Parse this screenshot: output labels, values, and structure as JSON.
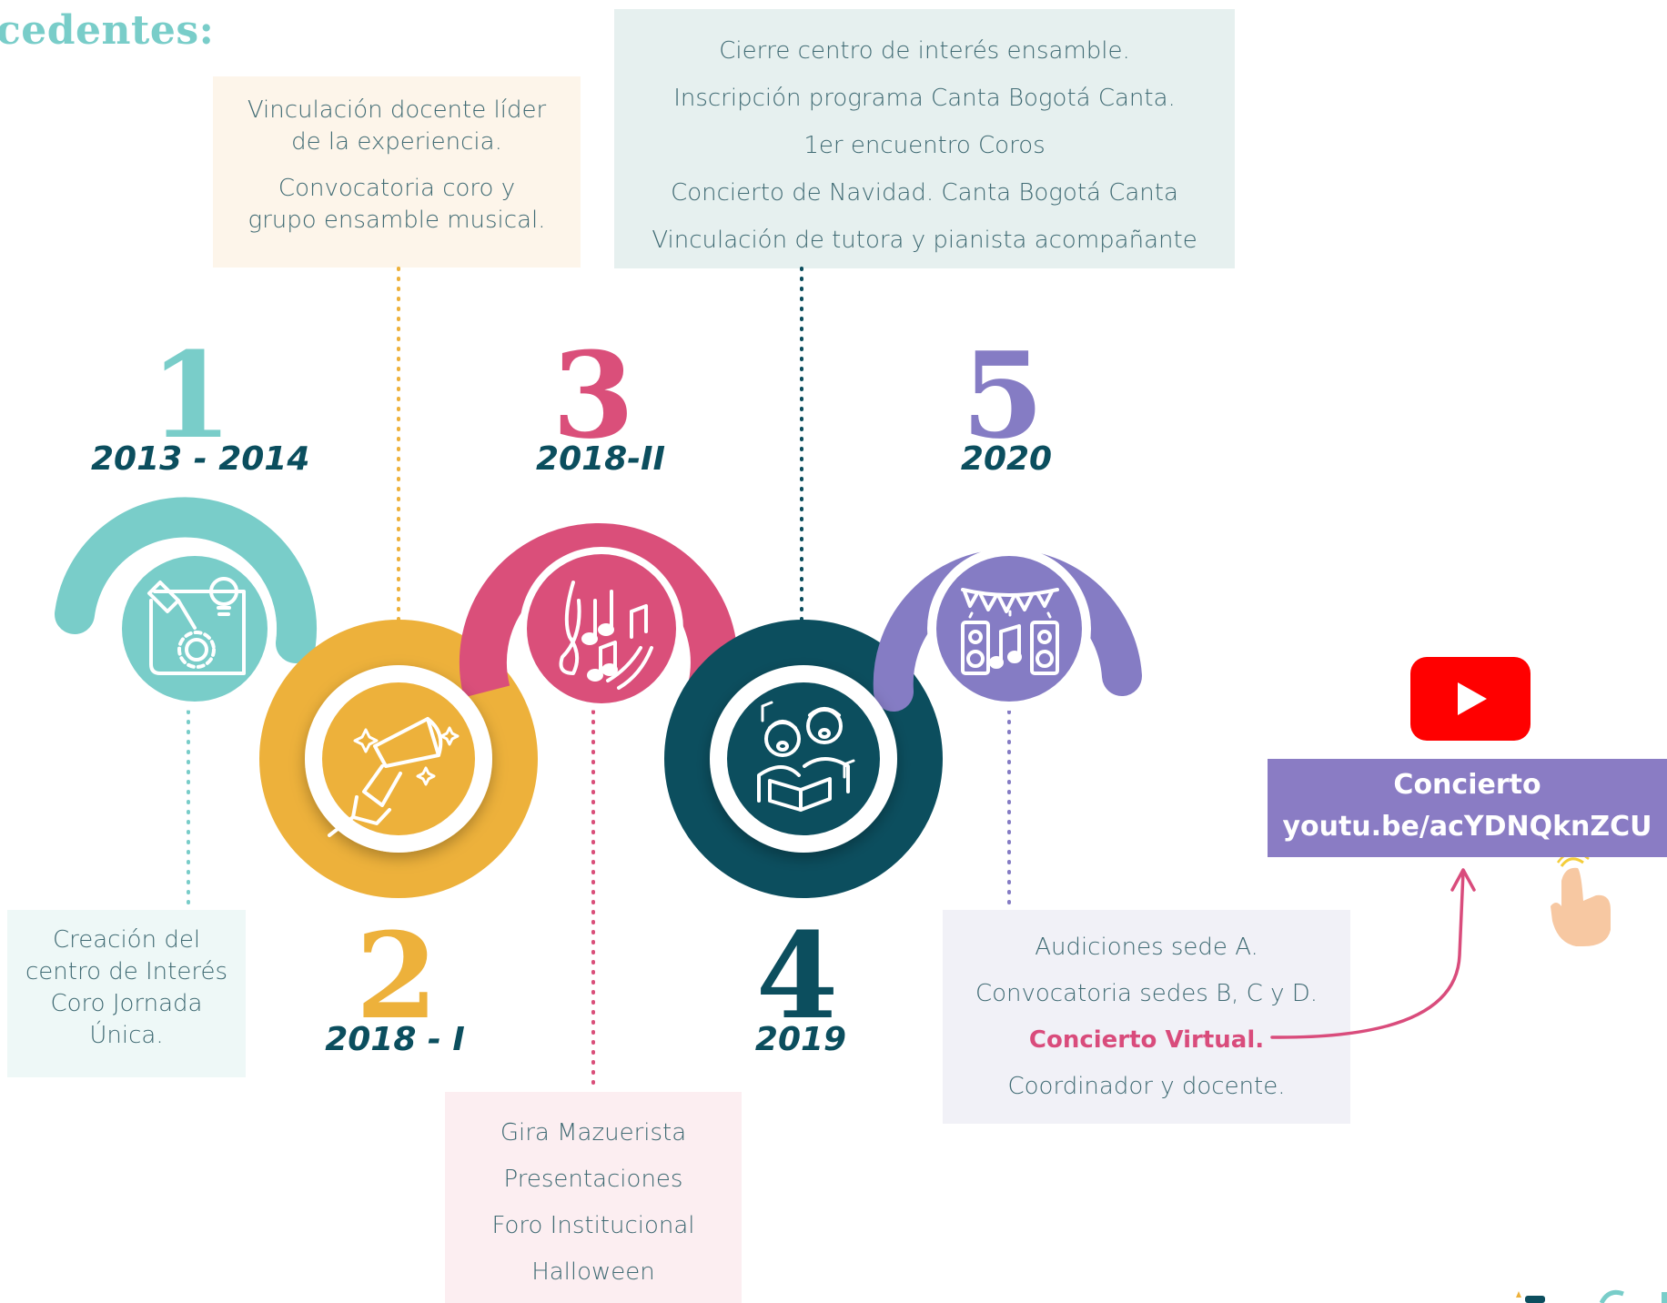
{
  "heading": "cedentes:",
  "steps": [
    {
      "number": "1",
      "year": "2013 - 2014",
      "color": "#79cdc9",
      "icon": "blueprint-idea-icon",
      "notes": [
        "Creación del",
        "centro de Interés",
        "Coro Jornada",
        "Única."
      ]
    },
    {
      "number": "2",
      "year": "2018 - I",
      "color": "#edb13b",
      "icon": "megaphone-hand-icon",
      "notes": [
        "Vinculación docente líder",
        "de la experiencia.",
        "Convocatoria coro y",
        "grupo ensamble musical."
      ]
    },
    {
      "number": "3",
      "year": "2018-II",
      "color": "#da4f7a",
      "icon": "music-notes-icon",
      "notes": [
        "Gira Mazuerista",
        "Presentaciones",
        "Foro Institucional",
        "Halloween"
      ]
    },
    {
      "number": "4",
      "year": "2019",
      "color": "#0c4e5e",
      "icon": "choir-singers-icon",
      "notes": [
        "Cierre centro de interés ensamble.",
        "Inscripción programa Canta Bogotá Canta.",
        "1er encuentro Coros",
        "Concierto de Navidad. Canta Bogotá Canta",
        "Vinculación de tutora y pianista acompañante"
      ]
    },
    {
      "number": "5",
      "year": "2020",
      "color": "#857cc4",
      "icon": "party-speakers-icon",
      "notes": [
        "Audiciones sede A.",
        "Convocatoria sedes B, C y D.",
        "Concierto Virtual.",
        "Coordinador y docente."
      ]
    }
  ],
  "video": {
    "title": "Concierto",
    "link": "youtu.be/acYDNQknZCU",
    "icon": "youtube-icon",
    "cursor_icon": "pointing-hand-icon"
  }
}
